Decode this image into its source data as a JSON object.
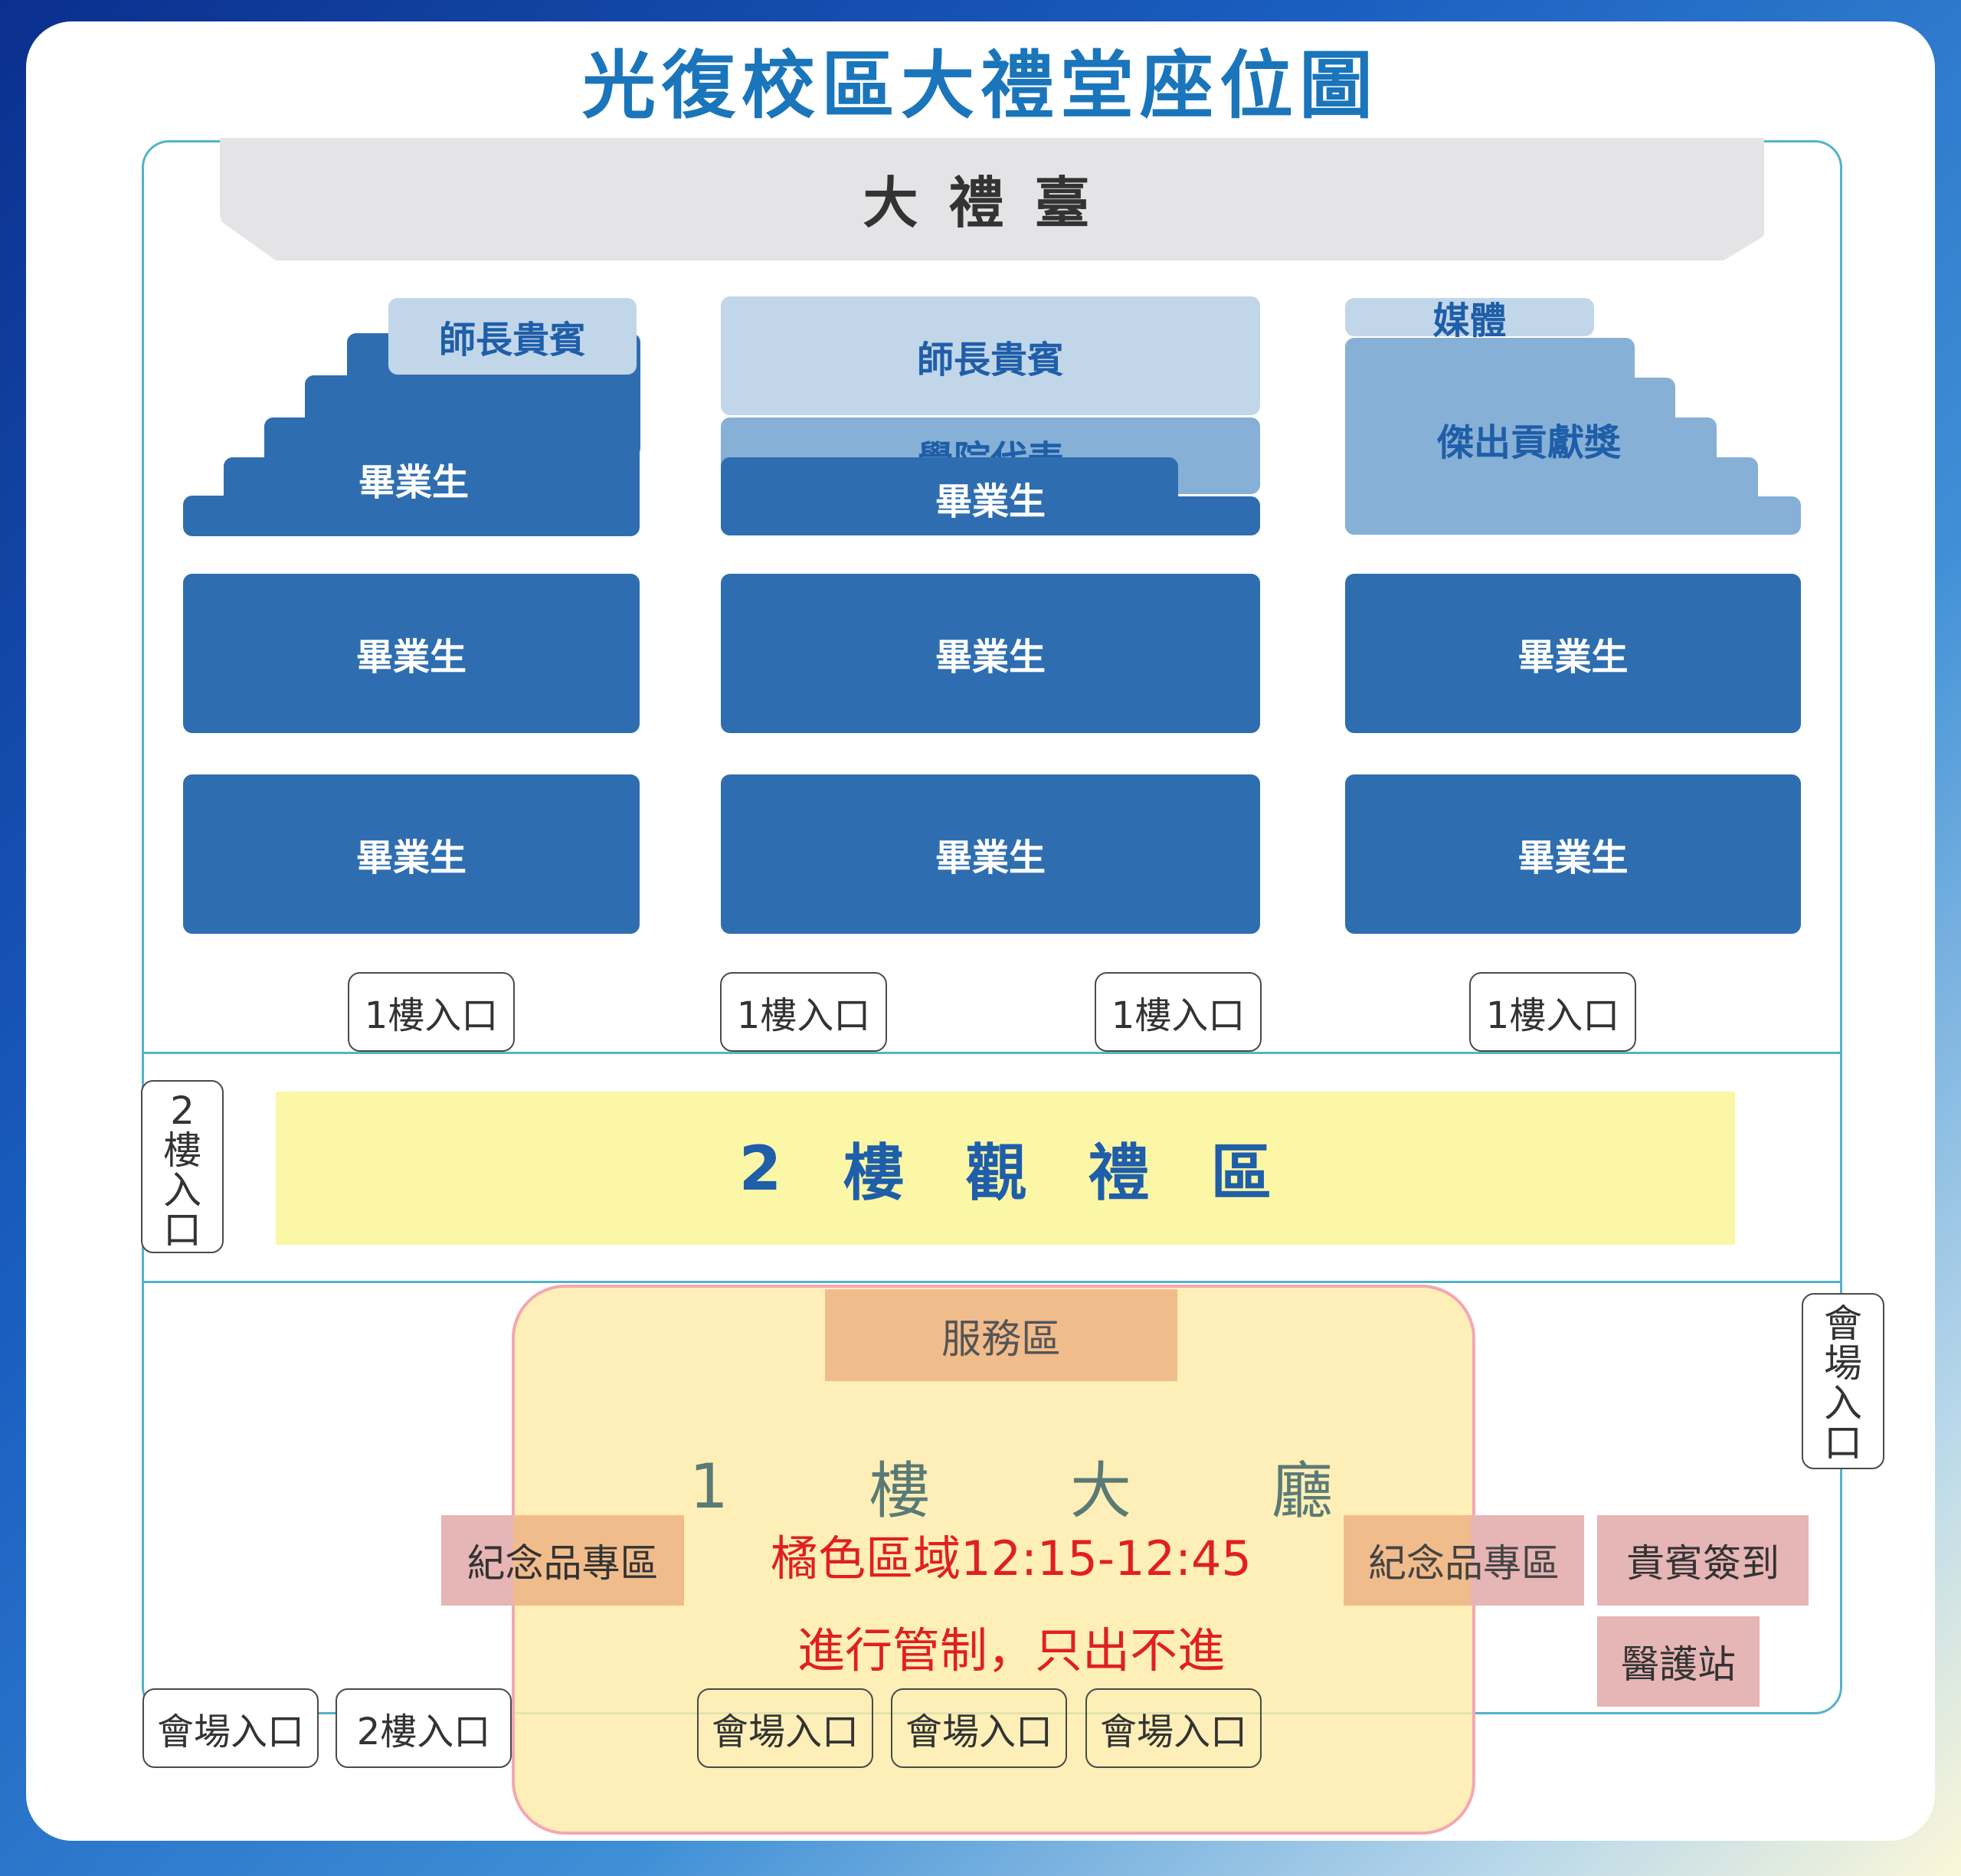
{
  "title": "光復校區大禮堂座位圖",
  "stage": "大禮臺",
  "sections": {
    "left_vip": "師長貴賓",
    "left_front": "畢業生",
    "center_vip": "師長貴賓",
    "center_college": "學院代表",
    "center_front": "畢業生",
    "right_media": "媒體",
    "right_award": "傑出貢獻獎",
    "row2": [
      "畢業生",
      "畢業生",
      "畢業生"
    ],
    "row3": [
      "畢業生",
      "畢業生",
      "畢業生"
    ]
  },
  "entrances_1f": [
    "1樓入口",
    "1樓入口",
    "1樓入口",
    "1樓入口"
  ],
  "entrance_2f_side": [
    "2",
    "樓",
    "入",
    "口"
  ],
  "balcony": [
    "2",
    "樓",
    "觀",
    "禮",
    "區"
  ],
  "venue_entrance_side": [
    "會",
    "場",
    "入",
    "口"
  ],
  "service_area": "服務區",
  "lobby": [
    "1",
    "樓",
    "大",
    "廳"
  ],
  "notice_line1": "橘色區域12:15-12:45",
  "notice_line2": "進行管制，只出不進",
  "souvenir_left": "紀念品專區",
  "souvenir_right": "紀念品專區",
  "vip_checkin": "貴賓簽到",
  "medical": "醫護站",
  "bottom_doors": [
    "會場入口",
    "2樓入口",
    "會場入口",
    "會場入口",
    "會場入口"
  ],
  "colors": {
    "graduates": "#2e6eb0",
    "vip": "#c2d6ea",
    "representatives": "#86b0d6",
    "balcony": "#fbf7a6",
    "lobby": "#fdecaa",
    "notice": "#e02020",
    "title": "#1a75bb"
  }
}
